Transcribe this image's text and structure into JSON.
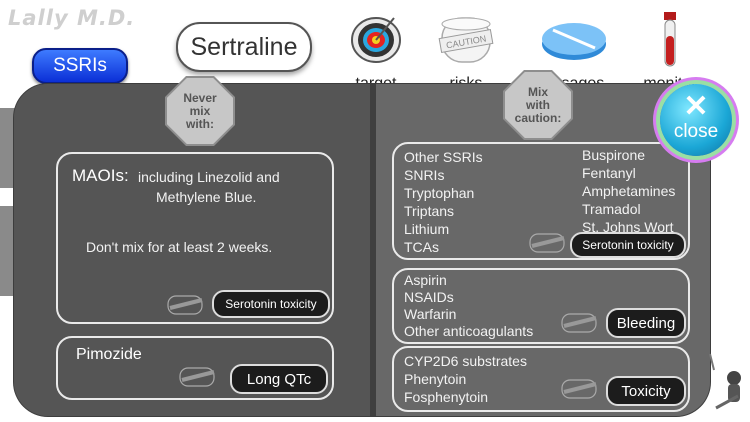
{
  "header": {
    "logo": "Lally M.D.",
    "category_button": "SSRIs",
    "drug_name": "Sertraline",
    "tabs": [
      {
        "label": "target",
        "icon": "target-icon"
      },
      {
        "label": "risks",
        "icon": "caution-tape-icon"
      },
      {
        "label": "dosages",
        "icon": "pill-icon"
      },
      {
        "label": "monitor",
        "icon": "blood-tube-icon"
      }
    ]
  },
  "close": {
    "label": "close"
  },
  "never_mix": {
    "sign": [
      "Never",
      "mix",
      "with:"
    ],
    "maoi": {
      "title": "MAOIs:",
      "line1": "including Linezolid and",
      "line2": "Methylene Blue.",
      "note": "Don't mix for at least 2 weeks.",
      "badge": "Serotonin toxicity"
    },
    "pimozide": {
      "title": "Pimozide",
      "badge": "Long QTc"
    }
  },
  "mix_caution": {
    "sign": [
      "Mix",
      "with",
      "caution:"
    ],
    "serotonin": {
      "left_items": [
        "Other SSRIs",
        "SNRIs",
        "Tryptophan",
        "Triptans",
        "Lithium",
        "TCAs"
      ],
      "right_items": [
        "Buspirone",
        "Fentanyl",
        "Amphetamines",
        "Tramadol",
        "St. Johns Wort"
      ],
      "badge": "Serotonin toxicity"
    },
    "bleeding": {
      "items": [
        "Aspirin",
        "NSAIDs",
        "Warfarin",
        "Other anticoagulants"
      ],
      "badge": "Bleeding"
    },
    "toxicity": {
      "items": [
        "CYP2D6 substrates",
        "Phenytoin",
        "Fosphenytoin"
      ],
      "badge": "Toxicity"
    }
  },
  "colors": {
    "category_button": "#1f4ff0",
    "close_button": "#1ba7d6",
    "panel_left": "#555555",
    "panel_right": "#686868"
  }
}
